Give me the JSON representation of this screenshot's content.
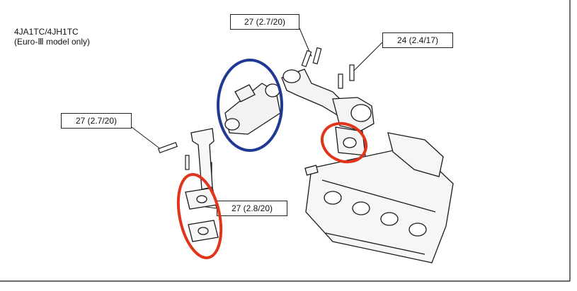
{
  "model": {
    "line1": "4JA1TC/4JH1TC",
    "line2": "(Euro-Ⅲ model only)"
  },
  "callouts": [
    {
      "id": "top",
      "text": "27 (2.7/20)"
    },
    {
      "id": "top-right",
      "text": "24 (2.4/17)"
    },
    {
      "id": "left",
      "text": "27 (2.7/20)"
    },
    {
      "id": "bottom",
      "text": "27 (2.8/20)"
    }
  ],
  "highlights": {
    "blue": "#1f3a93",
    "red": "#e0341b"
  },
  "colors": {
    "line": "#1a1a1a",
    "border": "#222222"
  }
}
